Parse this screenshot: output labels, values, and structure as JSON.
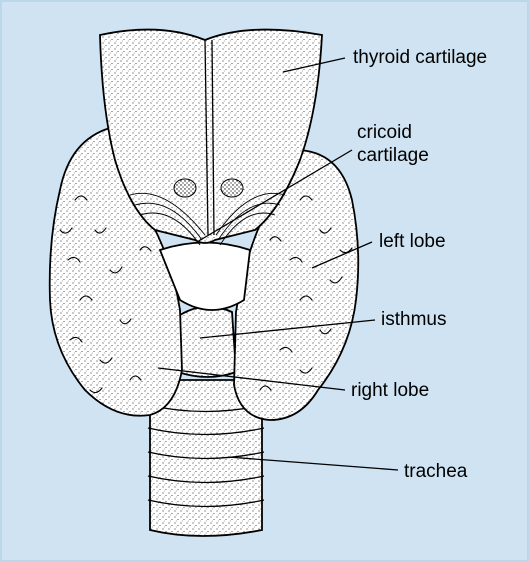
{
  "diagram": {
    "labels": {
      "thyroid_cartilage": "thyroid cartilage",
      "cricoid_line1": "cricoid",
      "cricoid_line2": "cartilage",
      "left_lobe": "left lobe",
      "isthmus": "isthmus",
      "right_lobe": "right lobe",
      "trachea": "trachea"
    },
    "colors": {
      "background": "#cfe3f2",
      "ink": "#000000"
    }
  }
}
